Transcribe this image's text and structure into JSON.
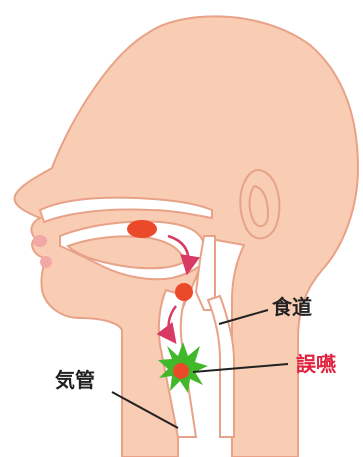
{
  "labels": {
    "esophagus": "食道",
    "aspiration": "誤嚥",
    "trachea": "気管"
  },
  "colors": {
    "skin": "#f9ccb4",
    "outline": "#e8a287",
    "bolus": "#eb4a2a",
    "arrow": "#d93a63",
    "burst": "#41b82a",
    "aspiration_text": "#e0223e",
    "text": "#222222"
  }
}
